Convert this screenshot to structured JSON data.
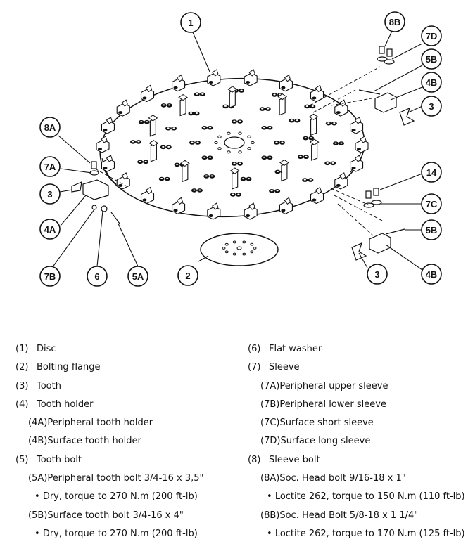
{
  "diagram": {
    "callouts": [
      "1",
      "8B",
      "7D",
      "5B",
      "4B",
      "3",
      "8A",
      "7A",
      "3",
      "4A",
      "14",
      "7C",
      "5B",
      "7B",
      "6",
      "5A",
      "2",
      "3",
      "4B"
    ]
  },
  "legend_left": [
    {
      "num": "(1)",
      "text": "Disc",
      "level": 0
    },
    {
      "num": "(2)",
      "text": "Bolting flange",
      "level": 0
    },
    {
      "num": "(3)",
      "text": "Tooth",
      "level": 0
    },
    {
      "num": "(4)",
      "text": "Tooth holder",
      "level": 0
    },
    {
      "num": "(4A)",
      "text": "Peripheral tooth holder",
      "level": 1
    },
    {
      "num": "(4B)",
      "text": "Surface tooth holder",
      "level": 1
    },
    {
      "num": "(5)",
      "text": "Tooth bolt",
      "level": 0
    },
    {
      "num": "(5A)",
      "text": "Peripheral tooth bolt 3/4-16 x 3,5\"",
      "level": 1
    },
    {
      "num": "•",
      "text": "Dry, torque to 270 N.m (200 ft-lb)",
      "level": 2
    },
    {
      "num": "(5B)",
      "text": "Surface tooth bolt 3/4-16 x 4\"",
      "level": 1
    },
    {
      "num": "•",
      "text": "Dry, torque to 270 N.m (200 ft-lb)",
      "level": 2
    }
  ],
  "legend_right": [
    {
      "num": "(6)",
      "text": "Flat washer",
      "level": 0
    },
    {
      "num": "(7)",
      "text": "Sleeve",
      "level": 0
    },
    {
      "num": "(7A)",
      "text": "Peripheral upper sleeve",
      "level": 1
    },
    {
      "num": "(7B)",
      "text": "Peripheral lower sleeve",
      "level": 1
    },
    {
      "num": "(7C)",
      "text": "Surface short sleeve",
      "level": 1
    },
    {
      "num": "(7D)",
      "text": "Surface long sleeve",
      "level": 1
    },
    {
      "num": "(8)",
      "text": "Sleeve bolt",
      "level": 0
    },
    {
      "num": "(8A)",
      "text": "Soc. Head bolt 9/16-18 x 1\"",
      "level": 1
    },
    {
      "num": "•",
      "text": "Loctite 262, torque to 150 N.m (110 ft-lb)",
      "level": 2
    },
    {
      "num": "(8B)",
      "text": "Soc. Head Bolt 5/8-18 x 1 1/4\"",
      "level": 1
    },
    {
      "num": "•",
      "text": "Loctite 262, torque to 170 N.m (125 ft-lb)",
      "level": 2
    }
  ]
}
